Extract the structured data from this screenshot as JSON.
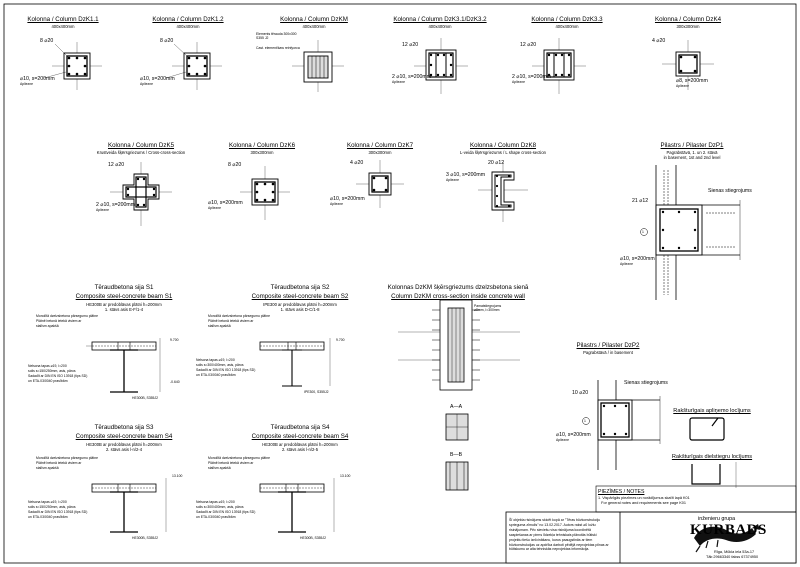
{
  "columns_row1": [
    {
      "title": "Kolonna / Column DzK1.1",
      "sub": "400x400mm",
      "bar": "8 ⌀20",
      "stirrup": "⌀10, s=200mm",
      "stirrup_note": "Apliezne"
    },
    {
      "title": "Kolonna / Column DzK1.2",
      "sub": "400x400mm",
      "bar": "8 ⌀20",
      "stirrup": "⌀10, s=200mm",
      "stirrup_note": "Apliezne"
    },
    {
      "title": "Kolonna / Column DzKM",
      "sub": "400x400mm",
      "bar": "Elements tērauda 300x300 S355 J2",
      "stirrup": "Cast. element/kaw reinfyorca",
      "stirrup_note": ""
    },
    {
      "title": "Kolonna / Column DzK3.1/DzK3.2",
      "sub": "400x400mm",
      "bar": "12 ⌀20",
      "stirrup": "2 ⌀10, s=200mm",
      "stirrup_note": "Apliezne"
    },
    {
      "title": "Kolonna / Column DzK3.3",
      "sub": "400x400mm",
      "bar": "12 ⌀20",
      "stirrup": "2 ⌀10, s=200mm",
      "stirrup_note": "Apliezne"
    },
    {
      "title": "Kolonna / Column DzK4",
      "sub": "300x300mm",
      "bar": "4 ⌀20",
      "stirrup": "⌀8, s=200mm",
      "stirrup_note": "Apliezne"
    }
  ],
  "columns_row2": [
    {
      "title": "Kolonna / Column DzK5",
      "sub": "Krustveida šķērsgriezums / Cross-cross-section",
      "bar": "12 ⌀20",
      "stirrup": "2 ⌀10, s=200mm",
      "stirrup_note": "Apliezne"
    },
    {
      "title": "Kolonna / Column DzK6",
      "sub": "300x300mm",
      "bar": "8 ⌀20",
      "stirrup": "⌀10, s=200mm",
      "stirrup_note": "Apliezne"
    },
    {
      "title": "Kolonna / Column DzK7",
      "sub": "300x300mm",
      "bar": "4 ⌀20",
      "stirrup": "⌀10, s=200mm",
      "stirrup_note": "Apliezne"
    },
    {
      "title": "Kolonna / Column DzK8",
      "sub": "L-veida šķērsgriezums / L shape cross-section",
      "bar": "20 ⌀12",
      "stirrup": "3 ⌀10, s=200mm",
      "stirrup_note": "Apliezne"
    }
  ],
  "pilaster1": {
    "title": "Pilastrs / Pilaster DzP1",
    "sub1": "Pagrabstāvā, 1. un 2. stāvā",
    "sub2": "in basement, 1st and 2nd level",
    "wall": "Sienas stiegrojums",
    "bar": "21 ⌀12",
    "stirrup": "⌀10, s=200mm",
    "note": "Apliezne",
    "callout": "1"
  },
  "beams": [
    {
      "title_lv": "Tēraudbetona sija S1",
      "title_en": "Composite steel-concrete beam S1",
      "note1": "HE300B ar predoblāvas plātni h=200mm",
      "note2": "1. stāvs asis E-F/1-4",
      "lbl_left1": "Monolītā dzelzsbetona pārsegumu plātne",
      "lbl_left2": "Plātnē betonā ietekā visiem ar",
      "lbl_left3": "stalīsm apakšā",
      "lbl_bot1": "Nelsona tapas ⌀19, l=200",
      "lbl_bot2": "solis s=150/250mm, asis, pāros",
      "lbl_bot3": "Sadadīt ar DIN EN ISO 13918 (tips SD)",
      "lbl_bot4": "un ETA-03/0040 prasībām",
      "elev_top": "9.700",
      "elev_bot": "-0.640",
      "profile": "HE300B, S355J2"
    },
    {
      "title_lv": "Tēraudbetona sija S2",
      "title_en": "Composite steel-concrete beam S2",
      "note1": "IPE300 ar predoblāvas plātni h=200mm",
      "note2": "1. stāvs asis D-C/1-8",
      "lbl_left1": "Monolītā dzelzsbetona pārsegumu plātne",
      "lbl_left2": "Plātnē betonā ietekā visiem ar",
      "lbl_left3": "stalīsm apakšā",
      "lbl_bot1": "Nelsona tapas ⌀19, l=200",
      "lbl_bot2": "solis s=300/400mm, asis, pāros",
      "lbl_bot3": "Sadadīt ar DIN EN ISO 13918 (tips SD)",
      "lbl_bot4": "un ETA-03/0040 prasībām",
      "elev_top": "9.700",
      "elev_bot": "",
      "profile": "IPE300, S355J2"
    },
    {
      "title_lv": "Tēraudbetona sija S3",
      "title_en": "Composite steel-concrete beam S4",
      "note1": "HE300B ar predoblāvas plātni h=200mm",
      "note2": "2. stāvs asis l-n/2-4",
      "lbl_left1": "Monolītā dzelzsbetona pārsegumu plātne",
      "lbl_left2": "Plātnē betonā ietekā visiem ar",
      "lbl_left3": "stalīsm apakšā",
      "lbl_bot1": "Nelsona tapas ⌀19, l=200",
      "lbl_bot2": "solis s=150/250mm, asis, pāros",
      "lbl_bot3": "Sadadīt ar DIN EN ISO 13918 (tips SD)",
      "lbl_bot4": "un ETA-03/0040 prasībām",
      "elev_top": "13.100",
      "elev_bot": "",
      "profile": "HE300B, S355J2"
    },
    {
      "title_lv": "Tēraudbetona sija S4",
      "title_en": "Composite steel-concrete beam S4",
      "note1": "HE300B ar predoblāvas plātni h=200mm",
      "note2": "2. stāvs asis l-n/2-5",
      "lbl_left1": "Monolītā dzelzsbetona pārsegumu plātne",
      "lbl_left2": "Plātnē betonā ietekā visiem ar",
      "lbl_left3": "stalīsm apakšā",
      "lbl_bot1": "Nelsona tapas ⌀19, l=200",
      "lbl_bot2": "solis s=300/400mm, asis, pāros",
      "lbl_bot3": "Sadadīt ar DIN EN ISO 13918 (tips SD)",
      "lbl_bot4": "un ETA-03/0040 prasībām",
      "elev_top": "13.100",
      "elev_bot": "",
      "profile": "HE300B, S355J2"
    }
  ],
  "wall_section": {
    "title_lv": "Kolonnas DzKM šķērsgriezums dzelzsbetona sienā",
    "title_en": "Column DzKM cross-section inside concrete wall",
    "sec_aa": "A—A",
    "sec_bb": "B—B",
    "lbl1": "Pamatstiegrojums",
    "lbl2": "⌀8mm, l=300mm"
  },
  "pilaster2": {
    "title": "Pilastrs / Pilaster DzP2",
    "sub": "Pagrabstāvā / in basement",
    "wall": "Sienas stiegrojums",
    "bar": "10 ⌀20",
    "stirrup": "⌀10, s=200mm",
    "note": "Apliezne",
    "callout": "1"
  },
  "details": {
    "r1": "Rakšturīgais apliņemo locījums",
    "r2": "Rakšturīgais dielstiegru locījums"
  },
  "notes": {
    "title": "PIEZĪMES / NOTES",
    "body": "1. Vispārīgās piezīmes un norādījumus skatīt lapā K01\n   For general notes and requirements see page K01"
  },
  "stamp": {
    "text": "Šī objekta risinājums skicēt kopā ar \"Tēras būvkonstrukciju\nsprieguma zīmulis\" no 13.02.2017. Autors rakst ⌀0 ložtu\nrisinājumam. Pēc sieviešu visa risinājuma koordinētā\nsaspiešanas ar pirms līdzekļa tehniskais plānotās būtiski\nprojektu tiešu iznīcināšanu, kurus paaugstinās ar tiem\nbūvkonstrukcijas uz apdrīka darboti pēdējā neprojektas pilnas ar\nbūtiskumu ar alta tehniskās neprojektas informācija."
  },
  "company": {
    "line1": "inženieru grupa",
    "name": "KURBADS",
    "addr1": "Rīga, Mūkla iela 53a-17",
    "addr2": "Tālr.29663340 fakss 67374950"
  }
}
